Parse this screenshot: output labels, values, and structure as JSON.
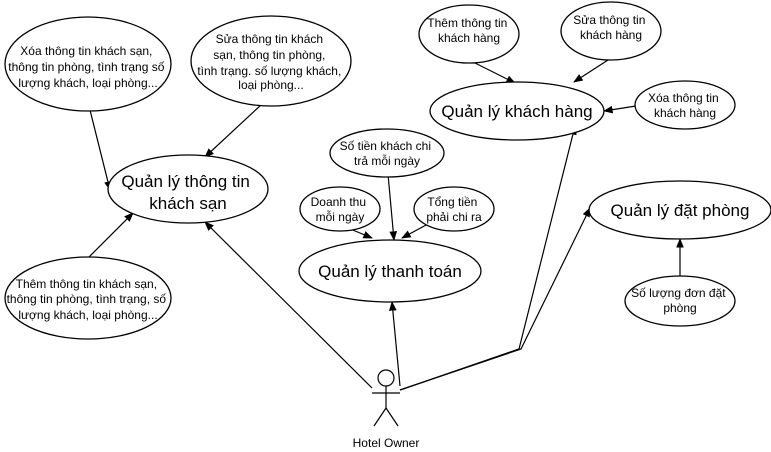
{
  "actor": {
    "label": "Hotel Owner"
  },
  "use_cases": {
    "manage_hotel_info": {
      "lines": [
        "Quản lý thông tin",
        "khách sạn"
      ]
    },
    "manage_customers": {
      "lines": [
        "Quản lý khách hàng"
      ]
    },
    "manage_payments": {
      "lines": [
        "Quản lý thanh toán"
      ]
    },
    "manage_bookings": {
      "lines": [
        "Quản lý đặt phòng"
      ]
    }
  },
  "sub_cases": {
    "delete_hotel_info": {
      "lines": [
        "Xóa thông tin khách sạn,",
        "thông tin phòng, tình trạng số",
        "lượng khách, loại phòng..."
      ]
    },
    "edit_hotel_info": {
      "lines": [
        "Sửa thông tin khách",
        "sạn, thông tin phòng,",
        "tình trạng. số lượng khách,",
        "loại phòng..."
      ]
    },
    "add_hotel_info": {
      "lines": [
        "Thêm thông tin khách sạn,",
        "thông tin phòng, tình trạng, số",
        "lượng khách, loại phòng..."
      ]
    },
    "add_customer": {
      "lines": [
        "Thêm thông tin",
        "khách hàng"
      ]
    },
    "edit_customer": {
      "lines": [
        "Sửa thông tin",
        "khách hàng"
      ]
    },
    "delete_customer": {
      "lines": [
        "Xóa thông tin",
        "khách hàng"
      ]
    },
    "daily_customer_payment": {
      "lines": [
        "Số tiền khách chi",
        "trả mỗi ngày"
      ]
    },
    "daily_revenue": {
      "lines": [
        "Doanh thu",
        "mỗi ngày"
      ]
    },
    "total_expenses": {
      "lines": [
        "Tổng tiền",
        "phải chi ra"
      ]
    },
    "booking_count": {
      "lines": [
        "Số lượng đơn đặt",
        "phòng"
      ]
    }
  }
}
